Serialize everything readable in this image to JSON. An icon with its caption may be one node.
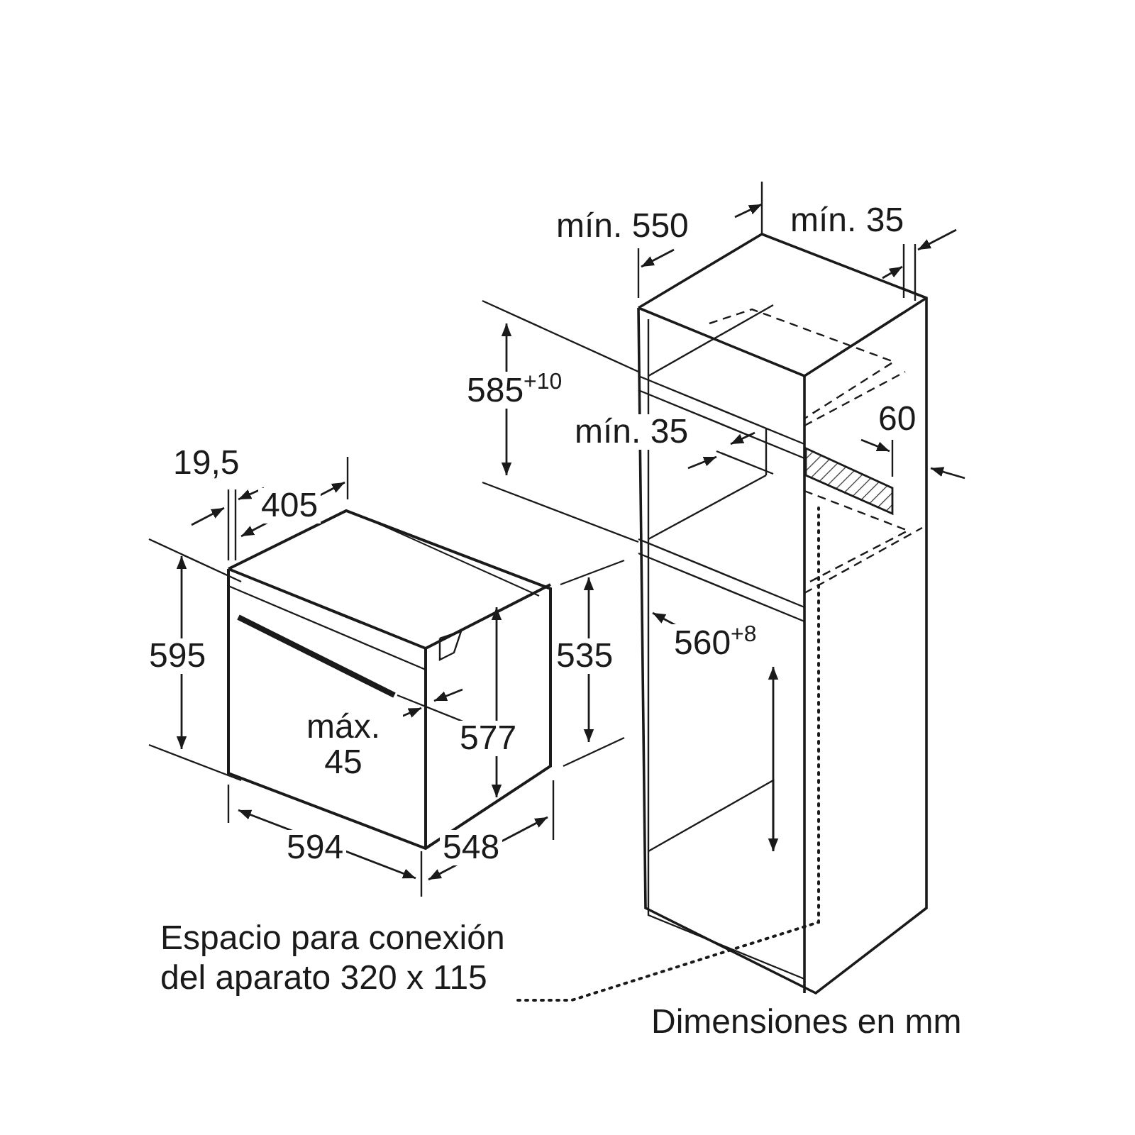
{
  "diagram": {
    "nodes": [
      {
        "text": [
          "Espacio para conexión del aparato 320 x 115"
        ]
      },
      {
        "text": [],
        "shape": "box"
      }
    ],
    "edges": [
      {
        "from": 0,
        "to": 1,
        "arrow": "none",
        "style": "dashed"
      }
    ],
    "labels": [
      "mín. 550",
      "mín. 35",
      "585$^{+10}$",
      "mín. 35",
      "60",
      "19,5",
      "405",
      "595",
      "535",
      "560$^{+8}$",
      "máx. 45",
      "577",
      "594",
      "548",
      "Dimensiones en mm"
    ]
  }
}
